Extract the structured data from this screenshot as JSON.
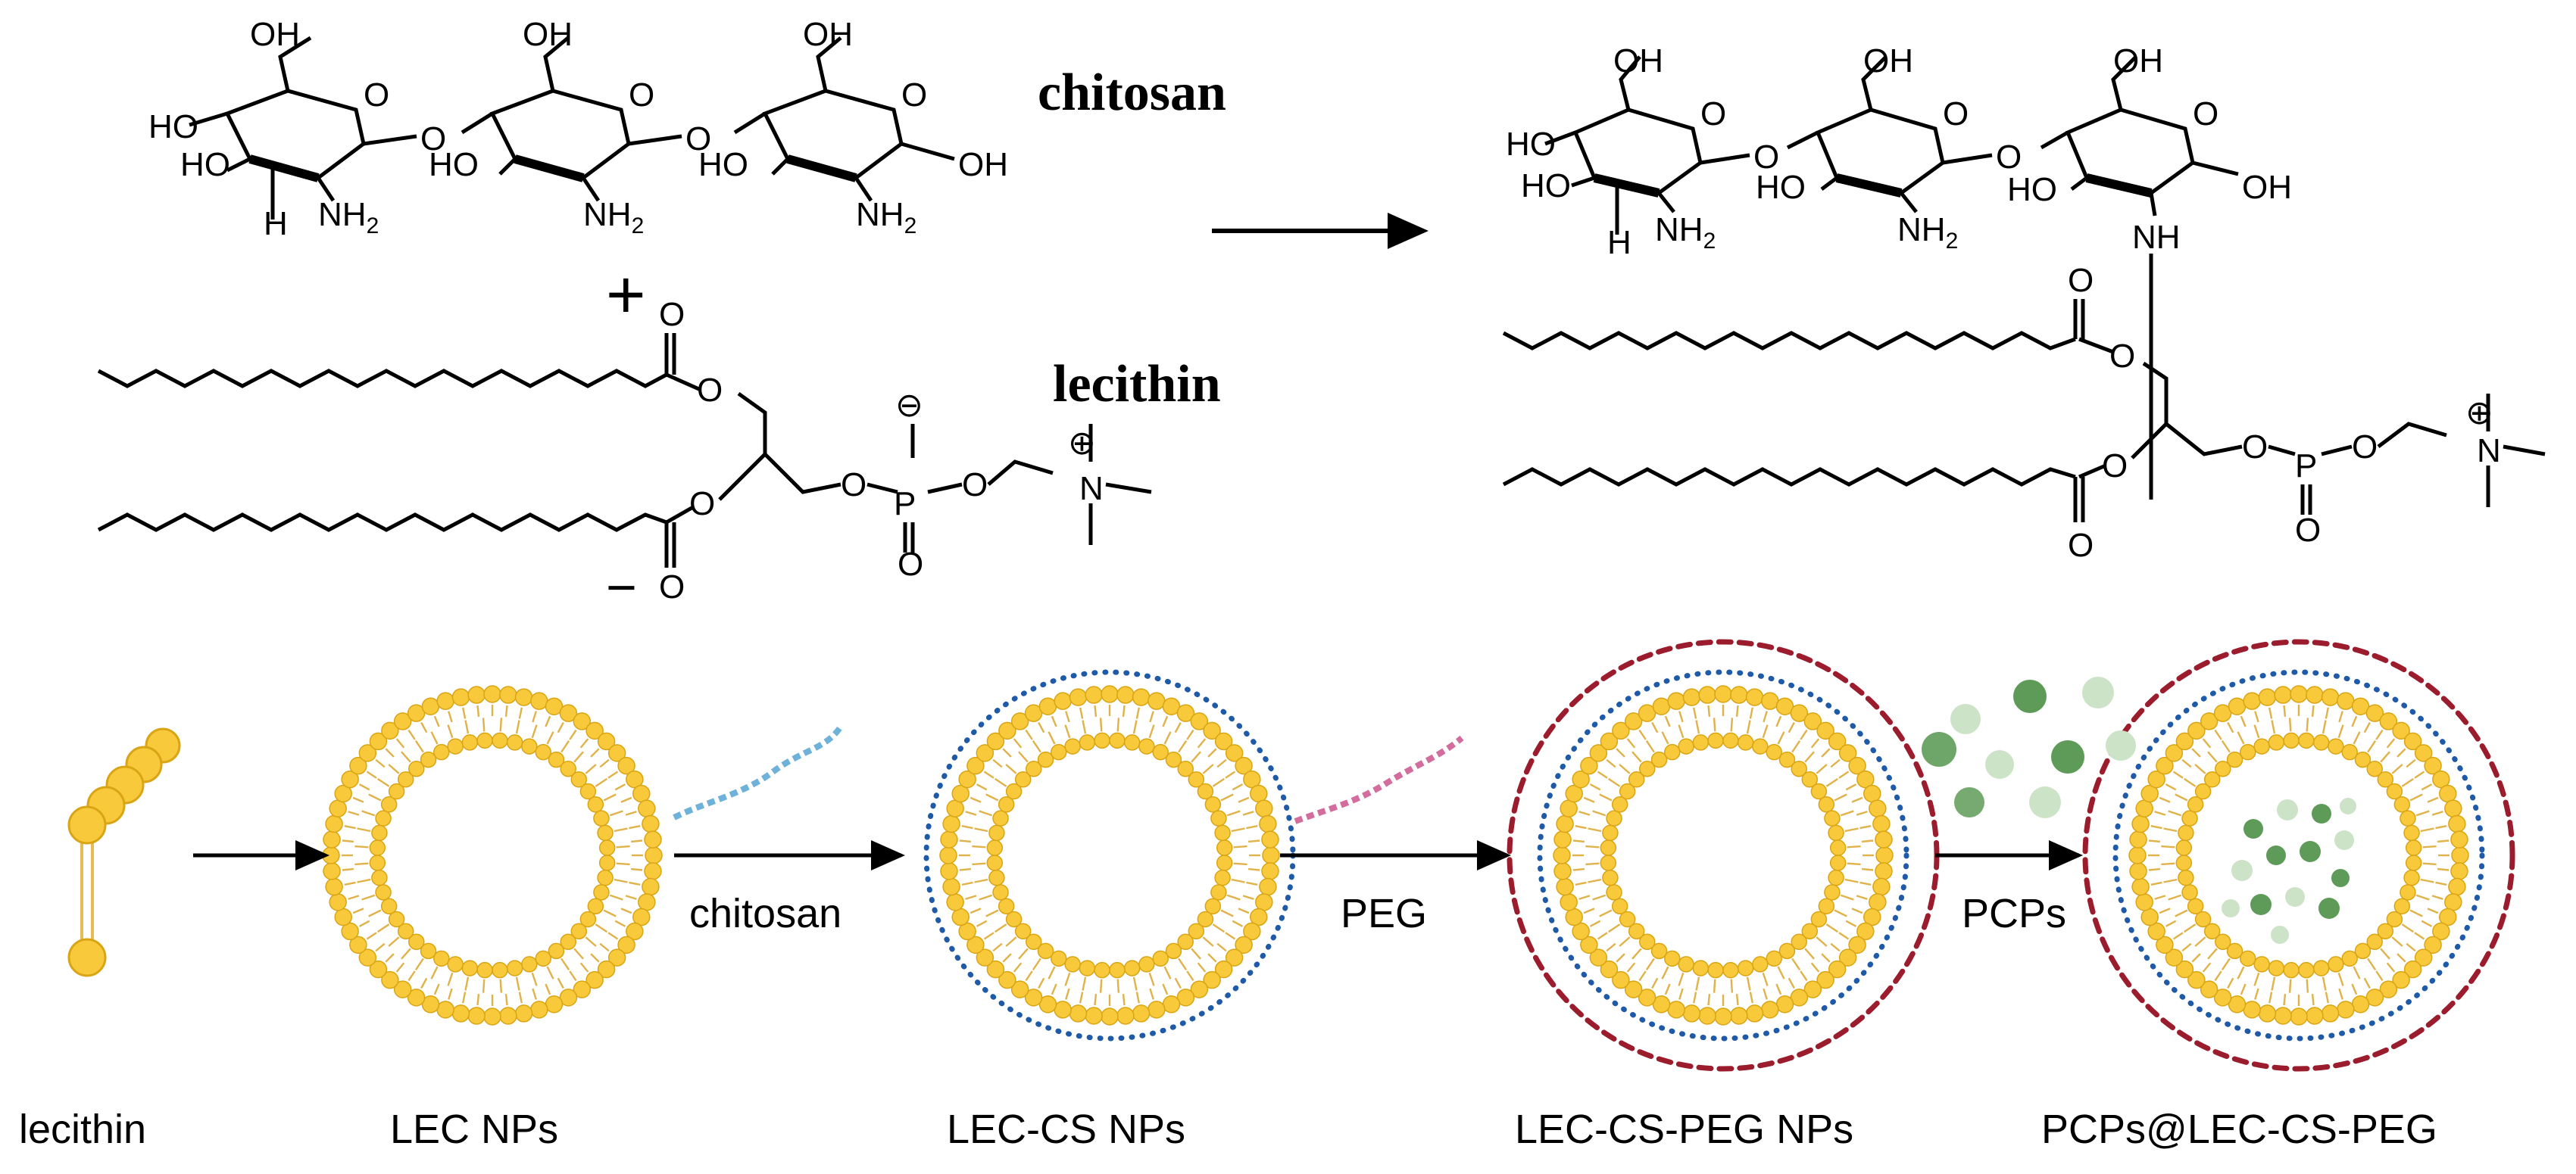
{
  "reaction": {
    "chitosan_title": "chitosan",
    "lecithin_title": "lecithin",
    "plus": "+",
    "chitosan_groups": {
      "oh": "OH",
      "ho": "HO",
      "h": "H",
      "o": "O",
      "nh": "NH",
      "n": "N",
      "p": "P",
      "sub2": "2"
    },
    "charges": {
      "plus": "⊕",
      "minus": "⊖",
      "dash": "−"
    }
  },
  "process": {
    "steps": [
      {
        "label": "chitosan"
      },
      {
        "label": "PEG"
      },
      {
        "label": "PCPs"
      }
    ],
    "stages": [
      {
        "name": "lecithin"
      },
      {
        "name": "LEC NPs"
      },
      {
        "name": "LEC-CS NPs"
      },
      {
        "name": "LEC-CS-PEG NPs"
      },
      {
        "name": "PCPs@LEC-CS-PEG"
      }
    ]
  },
  "colors": {
    "lipid_head": "#F8C93A",
    "lipid_outline": "#D9A515",
    "lipid_tail": "#E0B24A",
    "chitosan_layer": "#1E5AA8",
    "peg_layer": "#9B1C2C",
    "chitosan_chain": "#6FB2D9",
    "peg_chain": "#D26D9E",
    "pcp_dark": "#5E9B58",
    "pcp_light": "#CDE3C8"
  }
}
